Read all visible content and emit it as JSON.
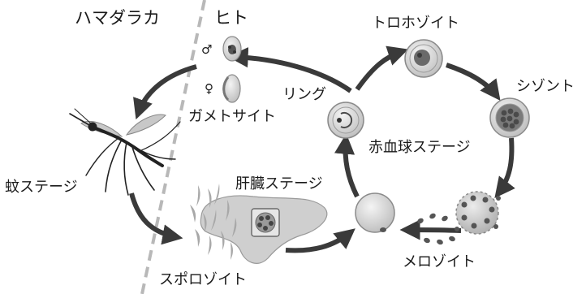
{
  "labels": {
    "mosquito_side": "ハマダラカ",
    "human_side": "ヒト",
    "male_symbol": "♂",
    "female_symbol": "♀",
    "gametocyte": "ガメトサイト",
    "ring": "リング",
    "trophozoite": "トロホゾイト",
    "schizont": "シゾント",
    "erythrocyte_stage": "赤血球ステージ",
    "mosquito_stage": "蚊ステージ",
    "liver_stage": "肝臓ステージ",
    "merozoite": "メロゾイト",
    "sporozoite": "スポロゾイト"
  },
  "colors": {
    "arrow": "#3a3a3a",
    "divider": "#b8b8b8",
    "cell_fill": "#d9d9d9",
    "cell_edge": "#8a8a8a",
    "parasite_dark": "#555555",
    "liver_fill": "#d0d0d0"
  },
  "icons": {
    "mosquito": "mosquito-icon",
    "liver": "liver-icon"
  }
}
